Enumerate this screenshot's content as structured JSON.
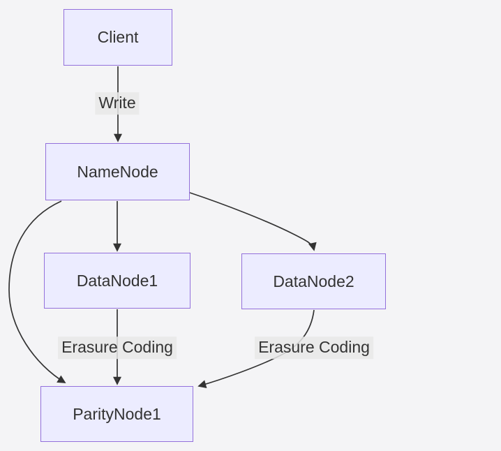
{
  "diagram": {
    "type": "flowchart",
    "colors": {
      "background": "#f4f4f6",
      "node_fill": "#ececff",
      "node_border": "#9370db",
      "edge_stroke": "#333333",
      "text": "#333333",
      "edge_label_bg": "#e8e8e8"
    },
    "nodes": [
      {
        "id": "client",
        "label": "Client"
      },
      {
        "id": "namenode",
        "label": "NameNode"
      },
      {
        "id": "datanode1",
        "label": "DataNode1"
      },
      {
        "id": "datanode2",
        "label": "DataNode2"
      },
      {
        "id": "paritynode1",
        "label": "ParityNode1"
      }
    ],
    "edges": [
      {
        "from": "Client",
        "to": "NameNode",
        "label": "Write"
      },
      {
        "from": "NameNode",
        "to": "DataNode1",
        "label": ""
      },
      {
        "from": "NameNode",
        "to": "DataNode2",
        "label": ""
      },
      {
        "from": "NameNode",
        "to": "ParityNode1",
        "label": ""
      },
      {
        "from": "DataNode1",
        "to": "ParityNode1",
        "label": "Erasure Coding"
      },
      {
        "from": "DataNode2",
        "to": "ParityNode1",
        "label": "Erasure Coding"
      }
    ]
  }
}
